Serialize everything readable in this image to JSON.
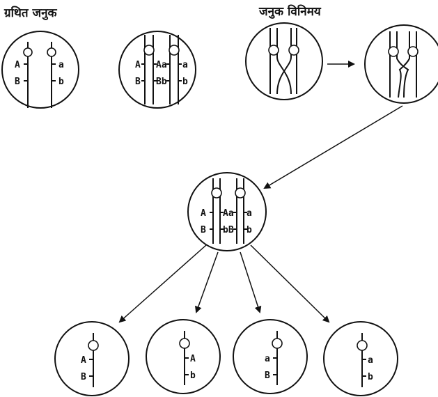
{
  "headings": {
    "linked_genes": "ग्रथित जनुक",
    "crossing_over": "जनुक विनिमय"
  },
  "labels": {
    "A": "A",
    "B": "B",
    "a": "a",
    "b": "b",
    "Aa": "Aa",
    "Bb": "Bb",
    "bB": "bB"
  }
}
